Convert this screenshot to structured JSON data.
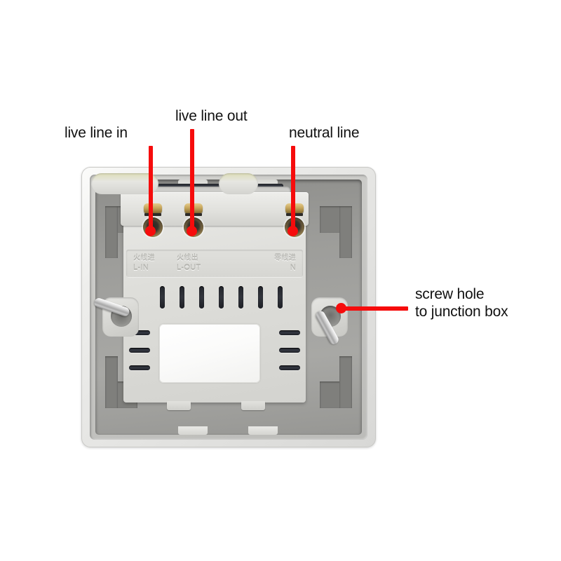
{
  "figure": {
    "title": "Wall switch back-plate wiring callout diagram",
    "background_color": "#ffffff",
    "accent_color": "#f60c0c"
  },
  "callouts": [
    {
      "id": "live-line-in",
      "label": "live line in",
      "points_to": "left terminal hole",
      "leader": "vertical"
    },
    {
      "id": "live-line-out",
      "label": "live line out",
      "points_to": "middle terminal hole",
      "leader": "vertical"
    },
    {
      "id": "neutral-line",
      "label": "neutral line",
      "points_to": "right terminal hole",
      "leader": "vertical"
    },
    {
      "id": "screw-hole",
      "label_line1": "screw hole",
      "label_line2": "to junction box",
      "points_to": "right mounting screw",
      "leader": "horizontal"
    }
  ],
  "device": {
    "name": "wall-switch-back-plate",
    "terminals": [
      {
        "id": "l-in",
        "chinese": "火线进",
        "code": "L-IN"
      },
      {
        "id": "l-out",
        "chinese": "火线出",
        "code": "L-OUT"
      },
      {
        "id": "n",
        "chinese": "零线进",
        "code": "N"
      }
    ],
    "vent_slots_vertical": 7,
    "vent_slots_horizontal_per_side": 3,
    "mounting_screws": 2,
    "colors": {
      "bezel": "#e9e9e7",
      "module": "#dededa",
      "cavity": "#9d9d9a",
      "brass": "#c9a95f",
      "steel": "#d9d9d9",
      "vent": "#2a2d34",
      "sticker": "#ffffff"
    }
  }
}
